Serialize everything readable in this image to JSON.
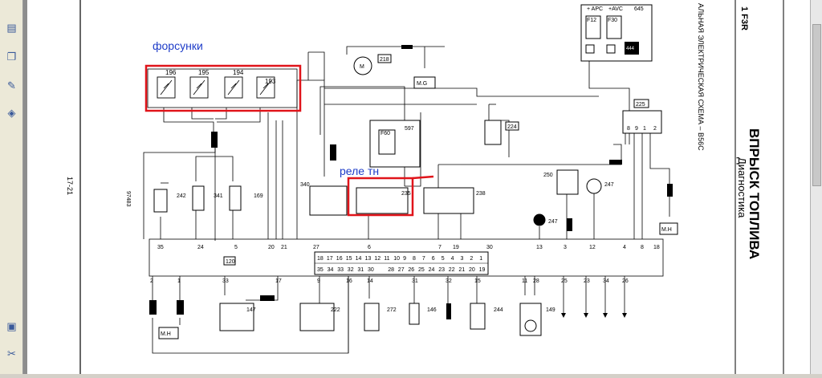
{
  "viewer": {
    "sidebar_icons": [
      "pages-icon",
      "layers-icon",
      "signatures-icon",
      "attachments-icon",
      "comments-icon",
      "paperclip-icon"
    ]
  },
  "page": {
    "page_number": "17-21",
    "doc_code": "97483",
    "header_corner": "1 F3R",
    "title_main": "ВПРЫСК ТОПЛИВА",
    "title_sub": "Диагностика",
    "subtitle_rotated": "АЛЬНАЯ ЭЛЕКТРИЧЕСКАЯ СХЕМА – В56С"
  },
  "annotations": {
    "injectors_label": "форсунки",
    "relay_label": "реле тн",
    "highlight_color": "#e0141a",
    "label_color": "#1e3cc8"
  },
  "components": {
    "injectors": [
      "196",
      "195",
      "194",
      "193"
    ],
    "c218": "218",
    "mg": "M.G",
    "c645": "645",
    "apc": "+ APC",
    "avc": "+AVC",
    "f12": "F12",
    "f30": "F30",
    "c444": "444",
    "c597": "597",
    "f60": "F60",
    "c224": "224",
    "c225": "225",
    "c340": "340",
    "c235": "235",
    "c238": "238",
    "c250": "250",
    "c247": "247",
    "c242": "242",
    "c341": "341",
    "c169": "169",
    "c120": "120",
    "c247b": "247",
    "mh": "M.H",
    "c147": "147",
    "c222": "222",
    "c272": "272",
    "c146": "146",
    "c244": "244",
    "c149": "149"
  },
  "ecu": {
    "top_pins": [
      "35",
      "24",
      "5",
      "20",
      "21",
      "27",
      "6",
      "7",
      "19",
      "30",
      "13",
      "3",
      "12",
      "4",
      "8",
      "18"
    ],
    "bottom_pins": [
      "2",
      "1",
      "33",
      "17",
      "9",
      "16",
      "14",
      "31",
      "32",
      "15",
      "11",
      "28",
      "25",
      "23",
      "34",
      "26"
    ],
    "connector_row1": [
      "18",
      "17",
      "16",
      "15",
      "14",
      "13",
      "12",
      "11",
      "10",
      "9",
      "8",
      "7",
      "6",
      "5",
      "4",
      "3",
      "2",
      "1"
    ],
    "connector_row2": [
      "35",
      "34",
      "33",
      "32",
      "31",
      "30",
      "",
      "28",
      "27",
      "26",
      "25",
      "24",
      "23",
      "22",
      "21",
      "20",
      "19"
    ]
  },
  "connector_225_pins": [
    "8",
    "9",
    "1",
    "2"
  ]
}
